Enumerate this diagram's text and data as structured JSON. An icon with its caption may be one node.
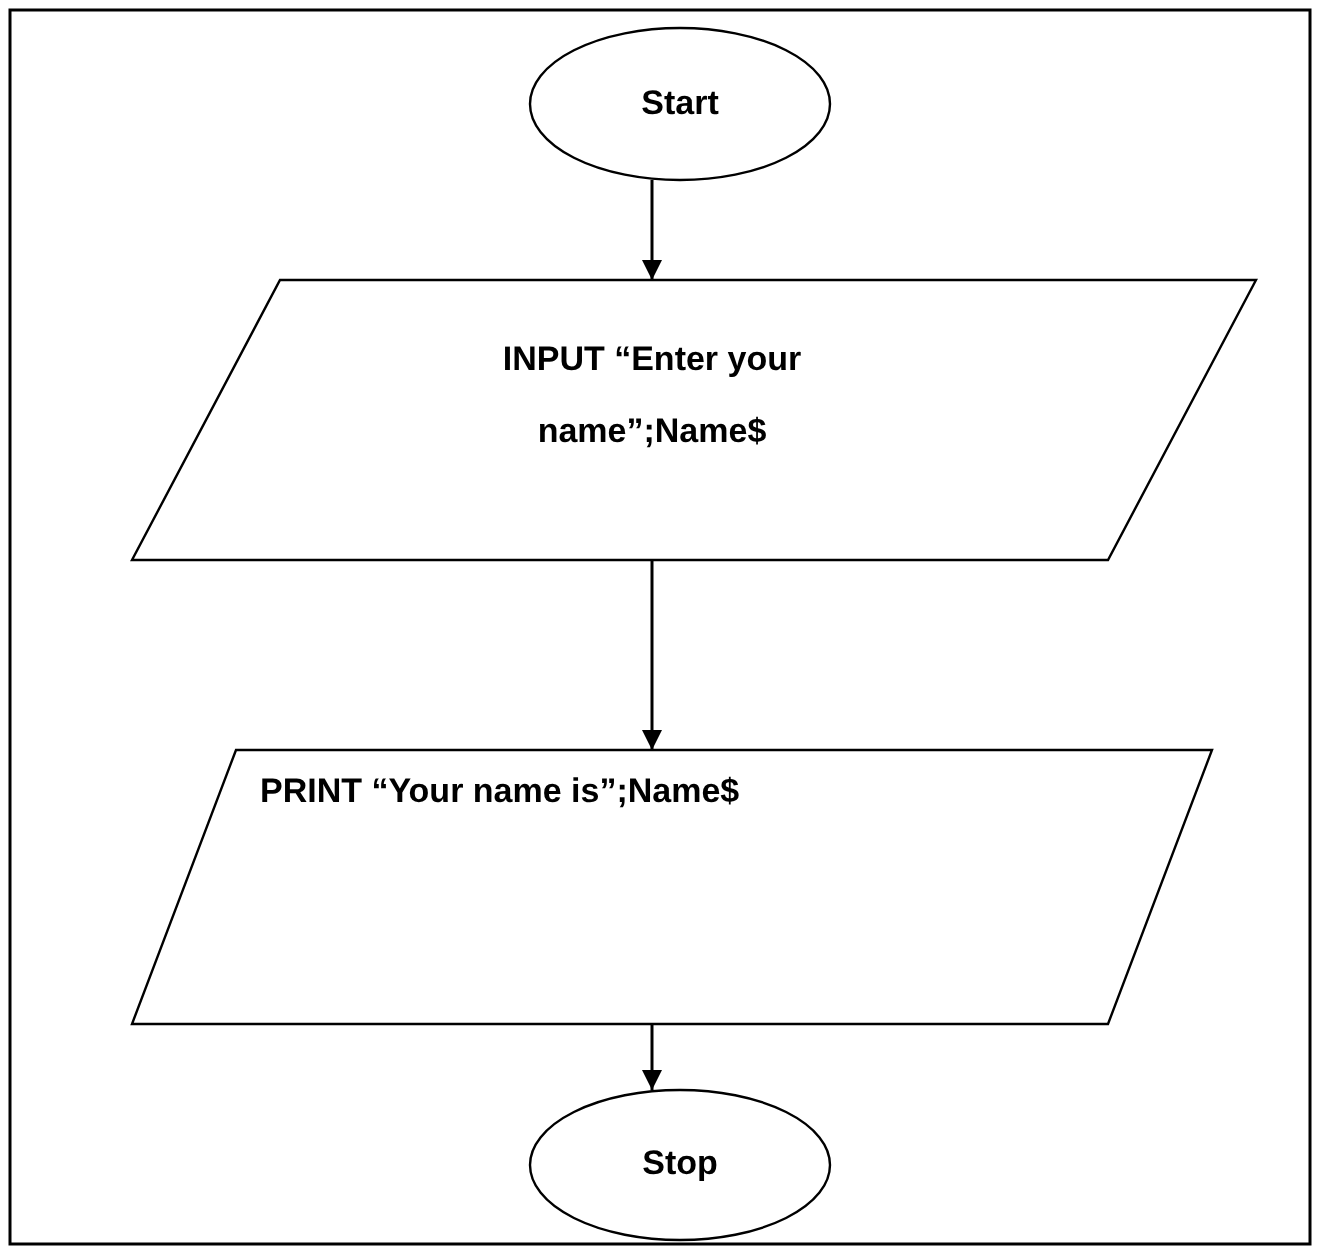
{
  "diagram": {
    "nodes": [
      {
        "text": [
          "Start"
        ]
      },
      {
        "text": [
          "INPUT “Enter your name”;Name$"
        ]
      },
      {
        "text": [
          "PRINT “Your name is”;Name$"
        ]
      },
      {
        "text": [
          "Stop"
        ]
      }
    ],
    "edges": [
      {
        "from": 0,
        "to": 1,
        "arrow": "to"
      },
      {
        "from": 1,
        "to": 2,
        "arrow": "to"
      },
      {
        "from": 2,
        "to": 3,
        "arrow": "to"
      }
    ]
  }
}
